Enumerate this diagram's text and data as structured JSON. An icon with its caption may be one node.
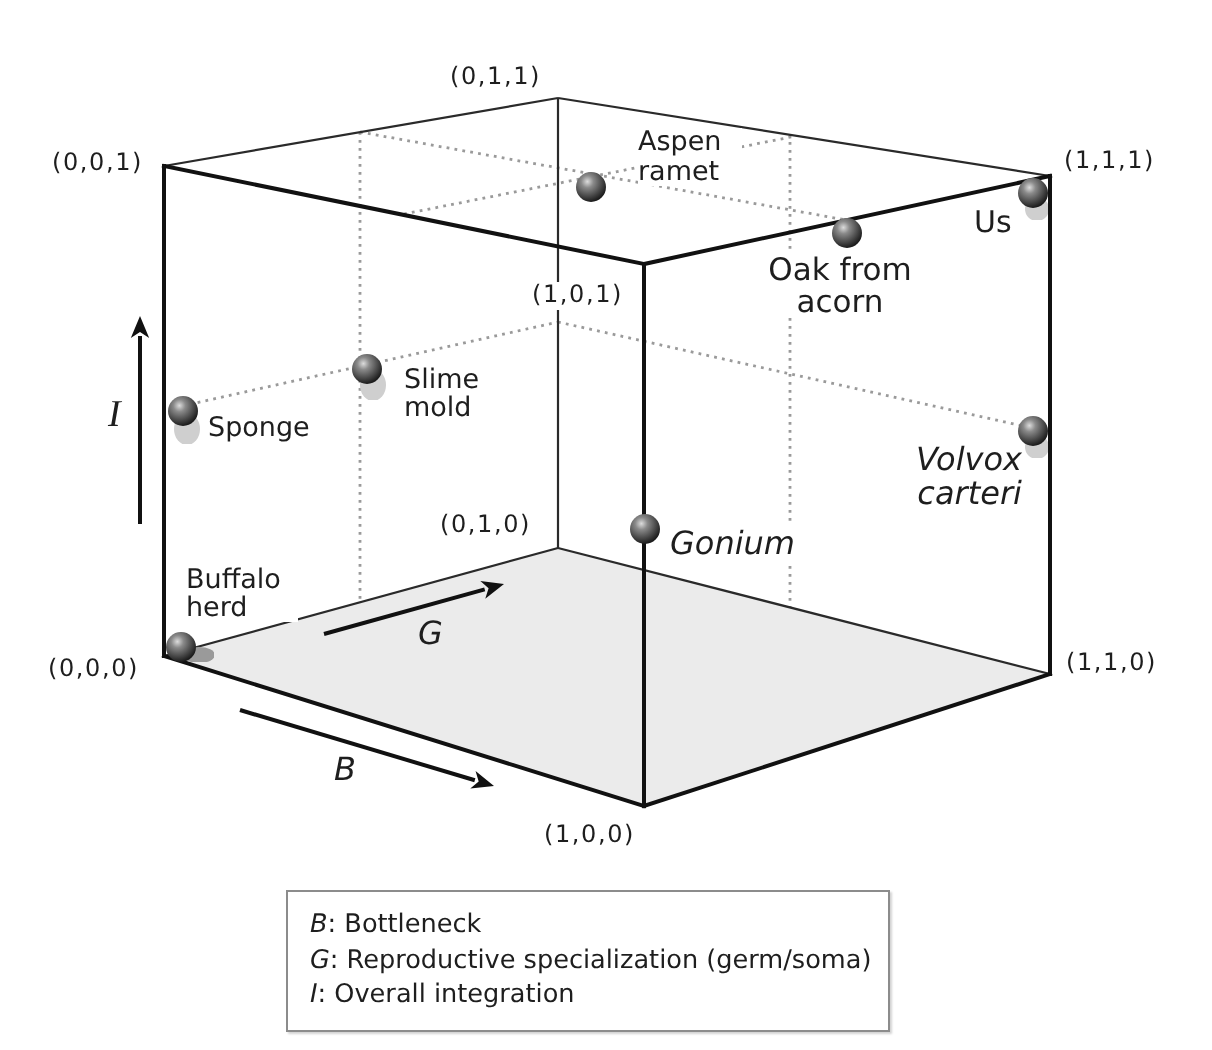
{
  "diagram": {
    "nodes": [
      {
        "text": [],
        "shape": "circle",
        "beside": [
          "Aspen ramet"
        ]
      },
      {
        "text": [],
        "shape": "circle",
        "beside": [
          "Us"
        ]
      },
      {
        "text": [],
        "shape": "circle",
        "beside": [
          "Oak from acorn"
        ]
      },
      {
        "text": [],
        "shape": "circle",
        "beside": [
          "Slime mold"
        ]
      },
      {
        "text": [],
        "shape": "circle",
        "beside": [
          "Sponge"
        ]
      },
      {
        "text": [],
        "shape": "circle",
        "beside": [
          "Volvox carteri"
        ]
      },
      {
        "text": [],
        "shape": "circle",
        "beside": [
          "Gonium"
        ]
      },
      {
        "text": [],
        "shape": "circle",
        "beside": [
          "Buffalo herd"
        ]
      }
    ],
    "labels": [
      "(0,1,1)",
      "(0,0,1)",
      "(1,1,1)",
      "(1,0,1)",
      "I",
      "(0,1,0)",
      "G",
      "(0,0,0)",
      "(1,1,0)",
      "B",
      "(1,0,0)"
    ],
    "legend": [
      {
        "text": "*B*: Bottleneck"
      },
      {
        "text": "*G*: Reproductive specialization (germ/soma)"
      },
      {
        "text": "*I*: Overall integration"
      }
    ]
  }
}
